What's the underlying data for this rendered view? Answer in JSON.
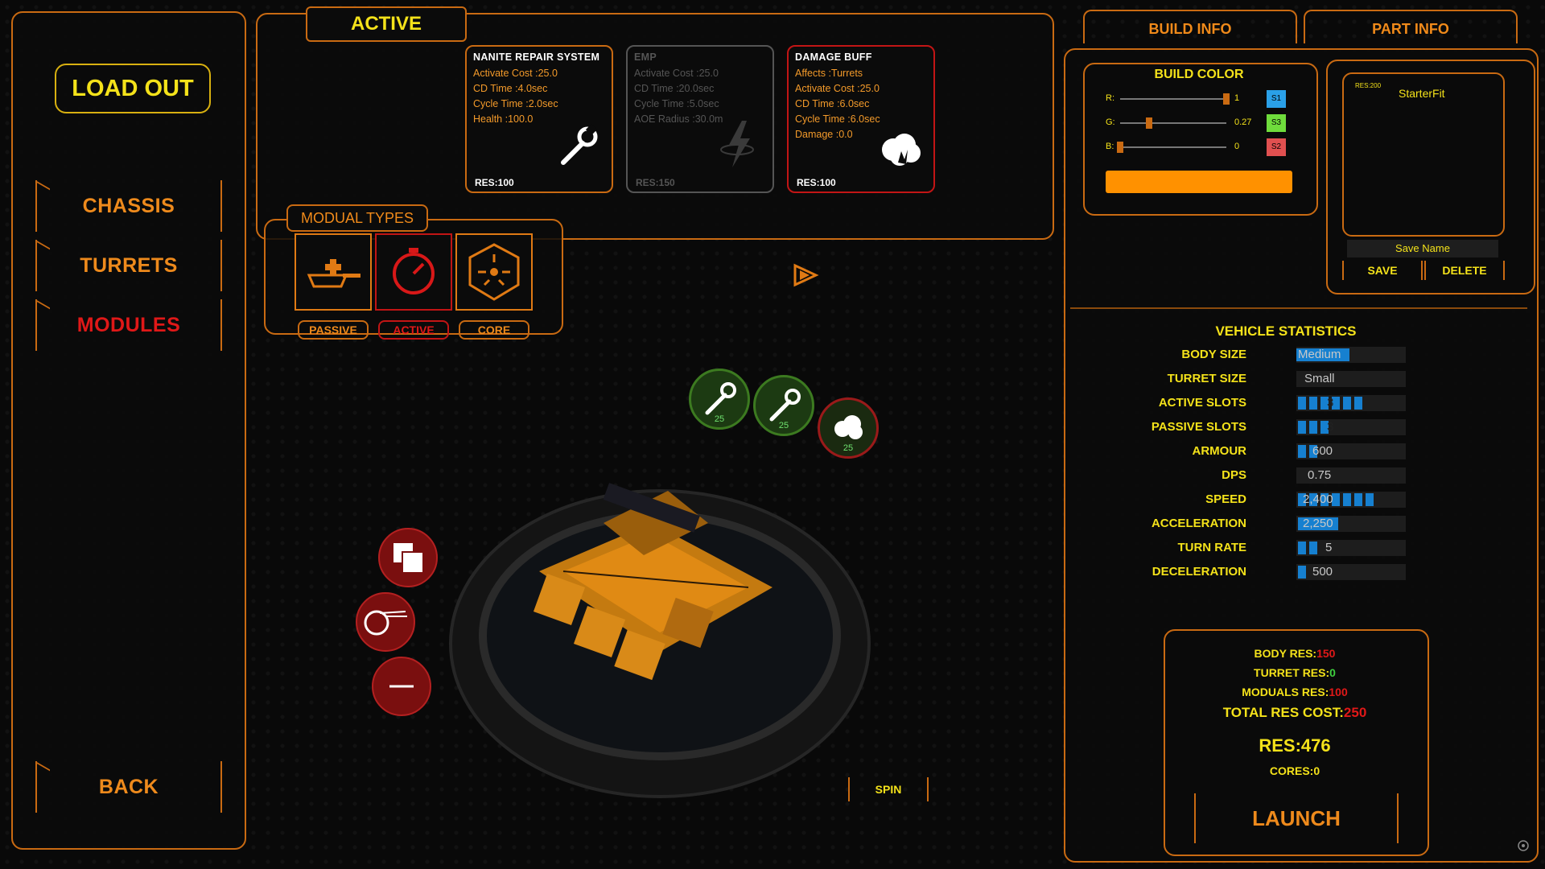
{
  "nav": {
    "title": "LOAD OUT",
    "chassis": "CHASSIS",
    "turrets": "TURRETS",
    "modules": "MODULES",
    "back": "BACK"
  },
  "active_header": "ACTIVE",
  "modules": [
    {
      "name": "NANITE REPAIR SYSTEM",
      "stats": [
        "Activate Cost :25.0",
        "CD Time :4.0sec",
        "Cycle Time :2.0sec",
        "Health :100.0"
      ],
      "res": "RES:100",
      "state": "normal",
      "icon": "wrench-icon"
    },
    {
      "name": "EMP",
      "stats": [
        "Activate Cost :25.0",
        "CD Time :20.0sec",
        "Cycle Time :5.0sec",
        "AOE Radius :30.0m"
      ],
      "res": "RES:150",
      "state": "disabled",
      "icon": "lightning-icon"
    },
    {
      "name": "DAMAGE BUFF",
      "stats": [
        "Affects :Turrets",
        "Activate Cost :25.0",
        "CD Time :6.0sec",
        "Cycle Time :6.0sec",
        "Damage :0.0"
      ],
      "res": "RES:100",
      "state": "selected",
      "icon": "explosion-icon"
    }
  ],
  "modual_types": {
    "title": "MODUAL TYPES",
    "passive": "PASSIVE",
    "active": "ACTIVE",
    "core": "CORE"
  },
  "spin": "SPIN",
  "equipped": [
    {
      "icon": "wrench-icon",
      "value": "25"
    },
    {
      "icon": "wrench-icon",
      "value": "25"
    },
    {
      "icon": "explosion-icon",
      "value": "25"
    }
  ],
  "tabs": {
    "build_info": "BUILD INFO",
    "part_info": "PART INFO"
  },
  "build_color": {
    "title": "BUILD COLOR",
    "r_label": "R:",
    "g_label": "G:",
    "b_label": "B:",
    "r": "1",
    "g": "0.27",
    "b": "0",
    "r_level": 1.0,
    "g_level": 0.27,
    "b_level": 0.0,
    "swatches": [
      {
        "label": "S1",
        "color": "#2aa0e8"
      },
      {
        "label": "S3",
        "color": "#6fdc3c"
      },
      {
        "label": "S2",
        "color": "#e05050"
      }
    ],
    "preview_color": "#ff9100"
  },
  "saves": {
    "item_res": "RES:200",
    "item_name": "StarterFit",
    "save_name_placeholder": "Save Name",
    "save": "SAVE",
    "delete": "DELETE"
  },
  "vehicle_stats": {
    "title": "VEHICLE STATISTICS",
    "rows": [
      {
        "label": "BODY SIZE",
        "value": "Medium"
      },
      {
        "label": "TURRET SIZE",
        "value": "Small"
      },
      {
        "label": "ACTIVE SLOTS",
        "value": "3"
      },
      {
        "label": "PASSIVE SLOTS",
        "value": "3"
      },
      {
        "label": "ARMOUR",
        "value": "600"
      },
      {
        "label": "DPS",
        "value": "0.75"
      },
      {
        "label": "SPEED",
        "value": "2,400"
      },
      {
        "label": "ACCELERATION",
        "value": "2,250"
      },
      {
        "label": "TURN RATE",
        "value": "5"
      },
      {
        "label": "DECELERATION",
        "value": "500"
      }
    ]
  },
  "cost": {
    "body_label": "BODY RES:",
    "body": "150",
    "turret_label": "TURRET RES:",
    "turret": "0",
    "moduals_label": "MODUALS RES:",
    "moduals": "100",
    "total_label": "TOTAL RES COST:",
    "total": "250",
    "res_label": "RES:",
    "res": "476",
    "cores_label": "CORES:",
    "cores": "0",
    "launch": "LAUNCH"
  },
  "colors": {
    "accent": "#ee8a1c",
    "highlight": "#f4e21a",
    "alert": "#e01818",
    "bar": "#1680d0"
  }
}
